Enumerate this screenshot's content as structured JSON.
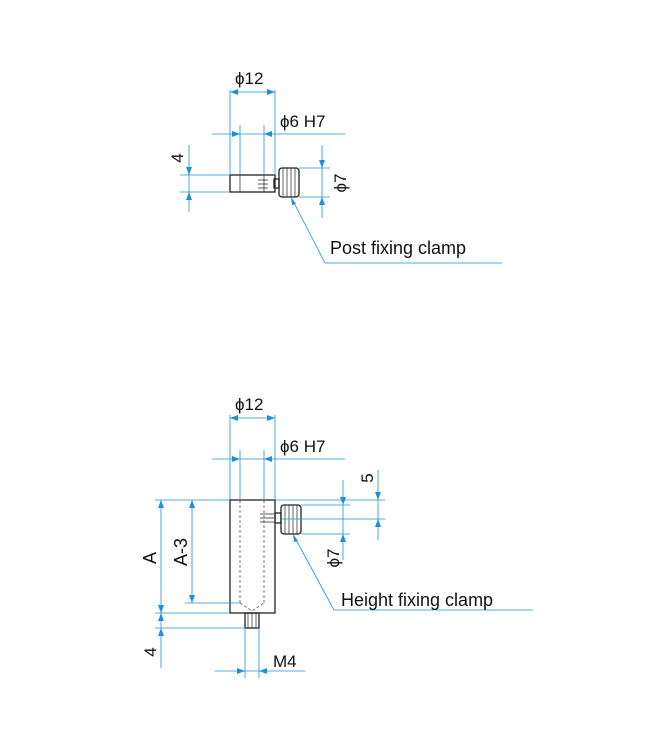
{
  "colors": {
    "dimension": "#1e90d6",
    "part": "#222222",
    "text": "#111111"
  },
  "top_view": {
    "dim_outer_diameter": "ϕ12",
    "dim_bore": "ϕ6 H7",
    "dim_height": "4",
    "dim_clamp_diameter": "ϕ7",
    "callout": "Post fixing clamp"
  },
  "side_view": {
    "dim_outer_diameter": "ϕ12",
    "dim_bore": "ϕ6 H7",
    "dim_clamp_offset": "5",
    "dim_total": "A",
    "dim_inner": "A-3",
    "dim_clamp_diameter": "ϕ7",
    "dim_bottom": "4",
    "dim_thread": "M4",
    "callout": "Height fixing clamp"
  }
}
